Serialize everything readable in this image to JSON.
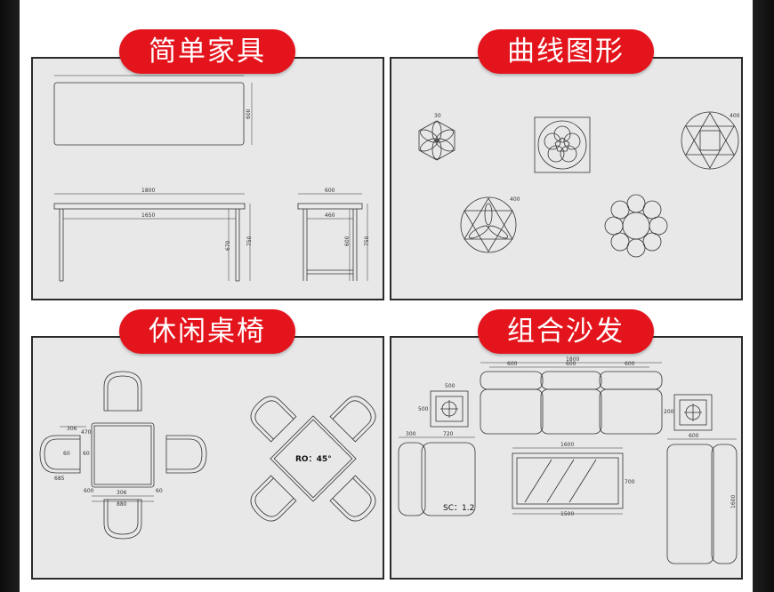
{
  "sections": {
    "simple_furniture": {
      "title": "简单家具",
      "dims": {
        "width_top": "600",
        "length": "1800",
        "inner": "1650",
        "side_width": "600",
        "side_inner": "460",
        "leg_height": "670",
        "total_height": "750",
        "side_leg": "600",
        "side_total": "750"
      }
    },
    "curve_shapes": {
      "title": "曲线图形",
      "dims": {
        "hex_w": "30",
        "circle_d": "400",
        "star_d": "400"
      }
    },
    "leisure_chairs": {
      "title": "休闲桌椅",
      "rotation_label": "RO：45°",
      "dims": {
        "a": "306",
        "b": "60",
        "c": "60",
        "d": "306",
        "e": "880",
        "f": "600",
        "g": "60",
        "h": "470",
        "i": "685"
      }
    },
    "combo_sofa": {
      "title": "组合沙发",
      "scale_label": "SC：1.2",
      "dims": {
        "top_total": "1800",
        "seat1": "600",
        "seat2": "600",
        "seat3": "600",
        "end_w": "200",
        "table_w": "1500",
        "table_h": "700",
        "table_top": "1600",
        "side_w": "600",
        "side_h": "1600",
        "left_w": "300",
        "left_h": "720",
        "sq_a": "500",
        "sq_b": "500"
      }
    }
  },
  "colors": {
    "pill_red": "#e4141c",
    "panel_bg": "#e8e8e8",
    "frame_dark": "#111111"
  }
}
